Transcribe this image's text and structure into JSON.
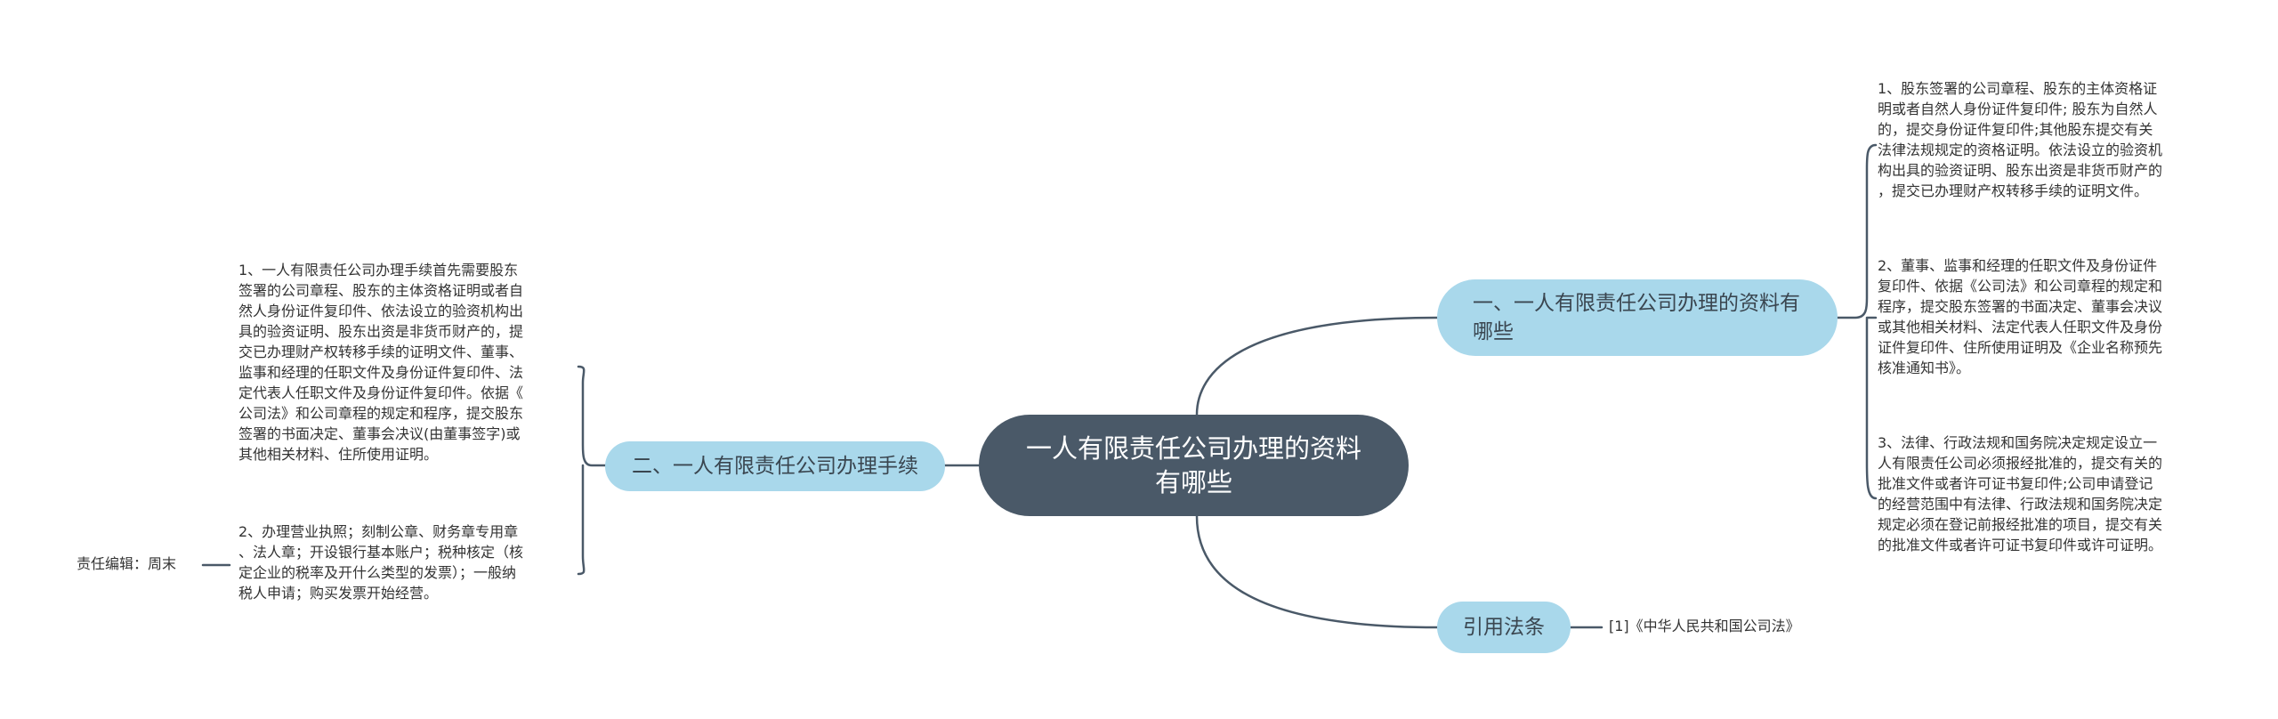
{
  "center": {
    "title": "一人有限责任公司办理的资料有哪些"
  },
  "branches": {
    "materials": {
      "label": "一、一人有限责任公司办理的资料有哪些"
    },
    "procedures": {
      "label": "二、一人有限责任公司办理手续"
    },
    "law_refs": {
      "label": "引用法条"
    }
  },
  "leaves": {
    "materials": [
      "1、股东签署的公司章程、股东的主体资格证\n明或者自然人身份证件复印件; 股东为自然人\n的，提交身份证件复印件;其他股东提交有关\n法律法规规定的资格证明。依法设立的验资机\n构出具的验资证明、股东出资是非货币财产的\n，提交已办理财产权转移手续的证明文件。",
      "2、董事、监事和经理的任职文件及身份证件\n复印件、依据《公司法》和公司章程的规定和\n程序，提交股东签署的书面决定、董事会决议\n或其他相关材料、法定代表人任职文件及身份\n证件复印件、住所使用证明及《企业名称预先\n核准通知书》。",
      "3、法律、行政法规和国务院决定规定设立一\n人有限责任公司必须报经批准的，提交有关的\n批准文件或者许可证书复印件;公司申请登记\n的经营范围中有法律、行政法规和国务院决定\n规定必须在登记前报经批准的项目，提交有关\n的批准文件或者许可证书复印件或许可证明。"
    ],
    "procedures": [
      "1、一人有限责任公司办理手续首先需要股东\n签署的公司章程、股东的主体资格证明或者自\n然人身份证件复印件、依法设立的验资机构出\n具的验资证明、股东出资是非货币财产的，提\n交已办理财产权转移手续的证明文件、董事、\n监事和经理的任职文件及身份证件复印件、法\n定代表人任职文件及身份证件复印件。依据《\n公司法》和公司章程的规定和程序，提交股东\n签署的书面决定、董事会决议(由董事签字)或\n其他相关材料、住所使用证明。",
      "2、办理营业执照；刻制公章、财务章专用章\n、法人章；开设银行基本账户；税种核定（核\n定企业的税率及开什么类型的发票）；一般纳\n税人申请；购买发票开始经营。"
    ],
    "law_refs": [
      "[1]《中华人民共和国公司法》"
    ]
  },
  "editor": {
    "text": "责任编辑：周末"
  },
  "colors": {
    "center_fill": "#4a5968",
    "branch_fill": "#a9d8eb",
    "line": "#4a5968",
    "text": "#333333"
  }
}
